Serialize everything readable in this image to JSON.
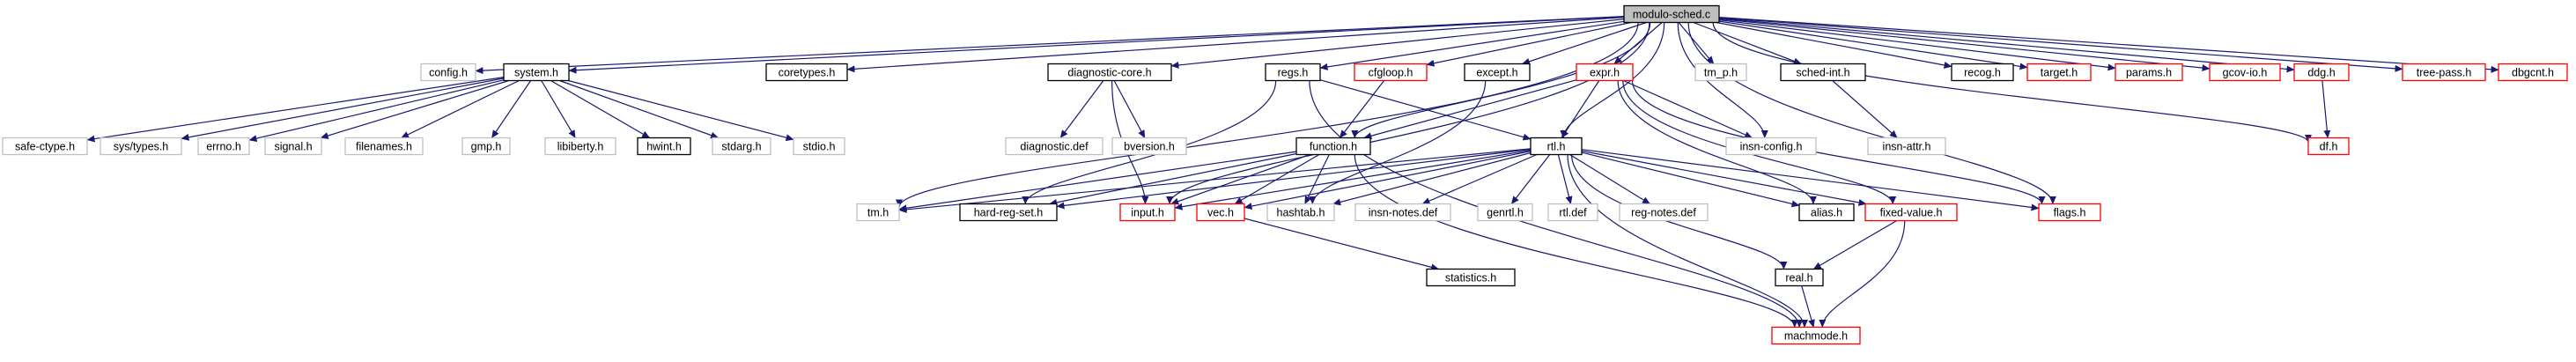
{
  "diagram": {
    "kind": "include-dependency-graph",
    "colors": {
      "edge": "#191970",
      "root_fill": "#bfbfbf",
      "border_normal": "#000000",
      "border_truncated": "#ff0000",
      "border_external": "#bfbfbf",
      "text": "#000000"
    },
    "nodes": [
      {
        "id": "n0",
        "label": "modulo-sched.c",
        "style": "root"
      },
      {
        "id": "n1",
        "label": "config.h",
        "style": "external"
      },
      {
        "id": "n2",
        "label": "system.h",
        "style": "normal"
      },
      {
        "id": "n3",
        "label": "coretypes.h",
        "style": "normal"
      },
      {
        "id": "n4",
        "label": "diagnostic-core.h",
        "style": "normal"
      },
      {
        "id": "n5",
        "label": "regs.h",
        "style": "normal"
      },
      {
        "id": "n6",
        "label": "cfgloop.h",
        "style": "truncated"
      },
      {
        "id": "n7",
        "label": "except.h",
        "style": "normal"
      },
      {
        "id": "n8",
        "label": "expr.h",
        "style": "truncated"
      },
      {
        "id": "n9",
        "label": "tm_p.h",
        "style": "external"
      },
      {
        "id": "n10",
        "label": "sched-int.h",
        "style": "normal"
      },
      {
        "id": "n11",
        "label": "recog.h",
        "style": "normal"
      },
      {
        "id": "n12",
        "label": "target.h",
        "style": "truncated"
      },
      {
        "id": "n13",
        "label": "params.h",
        "style": "truncated"
      },
      {
        "id": "n14",
        "label": "gcov-io.h",
        "style": "truncated"
      },
      {
        "id": "n15",
        "label": "ddg.h",
        "style": "truncated"
      },
      {
        "id": "n16",
        "label": "tree-pass.h",
        "style": "truncated"
      },
      {
        "id": "n17",
        "label": "dbgcnt.h",
        "style": "truncated"
      },
      {
        "id": "n18",
        "label": "safe-ctype.h",
        "style": "external"
      },
      {
        "id": "n19",
        "label": "sys/types.h",
        "style": "external"
      },
      {
        "id": "n20",
        "label": "errno.h",
        "style": "external"
      },
      {
        "id": "n21",
        "label": "signal.h",
        "style": "external"
      },
      {
        "id": "n22",
        "label": "filenames.h",
        "style": "external"
      },
      {
        "id": "n23",
        "label": "gmp.h",
        "style": "external"
      },
      {
        "id": "n24",
        "label": "libiberty.h",
        "style": "external"
      },
      {
        "id": "n25",
        "label": "hwint.h",
        "style": "normal"
      },
      {
        "id": "n26",
        "label": "stdarg.h",
        "style": "external"
      },
      {
        "id": "n27",
        "label": "stdio.h",
        "style": "external"
      },
      {
        "id": "n28",
        "label": "diagnostic.def",
        "style": "external"
      },
      {
        "id": "n29",
        "label": "bversion.h",
        "style": "external"
      },
      {
        "id": "n30",
        "label": "function.h",
        "style": "normal"
      },
      {
        "id": "n31",
        "label": "rtl.h",
        "style": "normal"
      },
      {
        "id": "n32",
        "label": "insn-config.h",
        "style": "external"
      },
      {
        "id": "n33",
        "label": "insn-attr.h",
        "style": "external"
      },
      {
        "id": "n34",
        "label": "df.h",
        "style": "truncated"
      },
      {
        "id": "n35",
        "label": "tm.h",
        "style": "external"
      },
      {
        "id": "n36",
        "label": "hard-reg-set.h",
        "style": "normal"
      },
      {
        "id": "n37",
        "label": "input.h",
        "style": "truncated"
      },
      {
        "id": "n38",
        "label": "vec.h",
        "style": "truncated"
      },
      {
        "id": "n39",
        "label": "hashtab.h",
        "style": "external"
      },
      {
        "id": "n40",
        "label": "insn-notes.def",
        "style": "external"
      },
      {
        "id": "n41",
        "label": "genrtl.h",
        "style": "external"
      },
      {
        "id": "n42",
        "label": "rtl.def",
        "style": "external"
      },
      {
        "id": "n43",
        "label": "reg-notes.def",
        "style": "external"
      },
      {
        "id": "n44",
        "label": "alias.h",
        "style": "normal"
      },
      {
        "id": "n45",
        "label": "flags.h",
        "style": "truncated"
      },
      {
        "id": "n46",
        "label": "fixed-value.h",
        "style": "truncated"
      },
      {
        "id": "n47",
        "label": "statistics.h",
        "style": "normal"
      },
      {
        "id": "n48",
        "label": "real.h",
        "style": "normal"
      },
      {
        "id": "n49",
        "label": "machmode.h",
        "style": "truncated"
      }
    ],
    "edges": [
      [
        "n0",
        "n1"
      ],
      [
        "n0",
        "n2"
      ],
      [
        "n0",
        "n3"
      ],
      [
        "n0",
        "n4"
      ],
      [
        "n0",
        "n5"
      ],
      [
        "n0",
        "n6"
      ],
      [
        "n0",
        "n7"
      ],
      [
        "n0",
        "n8"
      ],
      [
        "n0",
        "n9"
      ],
      [
        "n0",
        "n10"
      ],
      [
        "n0",
        "n11"
      ],
      [
        "n0",
        "n12"
      ],
      [
        "n0",
        "n13"
      ],
      [
        "n0",
        "n14"
      ],
      [
        "n0",
        "n15"
      ],
      [
        "n0",
        "n16"
      ],
      [
        "n0",
        "n17"
      ],
      [
        "n0",
        "n30"
      ],
      [
        "n0",
        "n31"
      ],
      [
        "n0",
        "n32"
      ],
      [
        "n0",
        "n34"
      ],
      [
        "n0",
        "n35"
      ],
      [
        "n0",
        "n37"
      ],
      [
        "n0",
        "n45"
      ],
      [
        "n2",
        "n18"
      ],
      [
        "n2",
        "n19"
      ],
      [
        "n2",
        "n20"
      ],
      [
        "n2",
        "n21"
      ],
      [
        "n2",
        "n22"
      ],
      [
        "n2",
        "n23"
      ],
      [
        "n2",
        "n24"
      ],
      [
        "n2",
        "n25"
      ],
      [
        "n2",
        "n26"
      ],
      [
        "n2",
        "n27"
      ],
      [
        "n4",
        "n28"
      ],
      [
        "n4",
        "n29"
      ],
      [
        "n4",
        "n37"
      ],
      [
        "n5",
        "n31"
      ],
      [
        "n5",
        "n36"
      ],
      [
        "n5",
        "n49"
      ],
      [
        "n6",
        "n30"
      ],
      [
        "n7",
        "n39"
      ],
      [
        "n8",
        "n30"
      ],
      [
        "n8",
        "n31"
      ],
      [
        "n8",
        "n32"
      ],
      [
        "n8",
        "n45"
      ],
      [
        "n8",
        "n44"
      ],
      [
        "n8",
        "n46"
      ],
      [
        "n10",
        "n33"
      ],
      [
        "n15",
        "n34"
      ],
      [
        "n30",
        "n35"
      ],
      [
        "n30",
        "n36"
      ],
      [
        "n30",
        "n37"
      ],
      [
        "n30",
        "n38"
      ],
      [
        "n30",
        "n39"
      ],
      [
        "n30",
        "n49"
      ],
      [
        "n31",
        "n37"
      ],
      [
        "n31",
        "n38"
      ],
      [
        "n31",
        "n39"
      ],
      [
        "n31",
        "n40"
      ],
      [
        "n31",
        "n41"
      ],
      [
        "n31",
        "n42"
      ],
      [
        "n31",
        "n43"
      ],
      [
        "n31",
        "n44"
      ],
      [
        "n31",
        "n45"
      ],
      [
        "n31",
        "n46"
      ],
      [
        "n31",
        "n48"
      ],
      [
        "n31",
        "n49"
      ],
      [
        "n31",
        "n35"
      ],
      [
        "n31",
        "n36"
      ],
      [
        "n38",
        "n47"
      ],
      [
        "n46",
        "n48"
      ],
      [
        "n46",
        "n49"
      ],
      [
        "n48",
        "n49"
      ]
    ]
  }
}
